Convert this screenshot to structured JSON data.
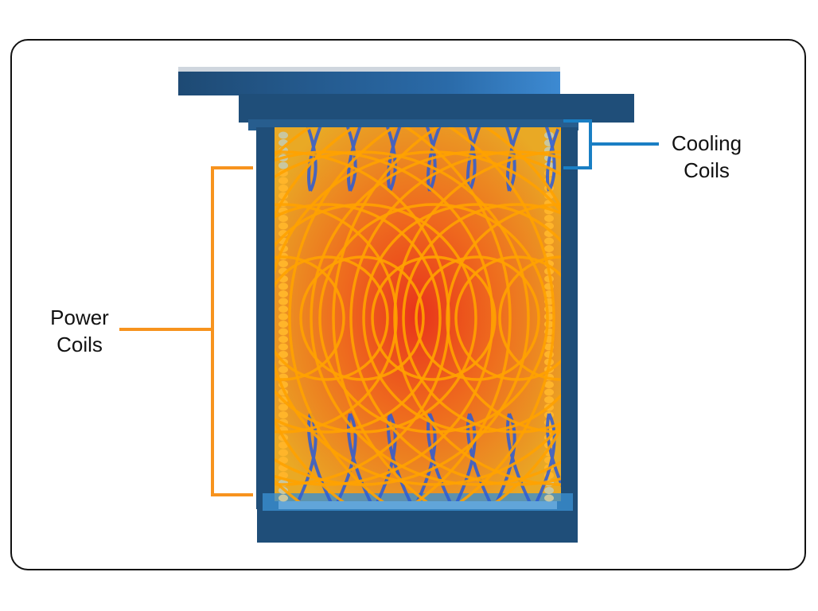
{
  "labels": {
    "cooling_line1": "Cooling",
    "cooling_line2": "Coils",
    "power_line1": "Power",
    "power_line2": "Coils"
  },
  "colors": {
    "cooling_bracket": "#1a7fc4",
    "power_bracket": "#f7931e",
    "housing": "#1f4e79",
    "field_lines": "#ffa200",
    "cooling_lines": "#2a5bd7",
    "hot_core": "#e8401c"
  }
}
